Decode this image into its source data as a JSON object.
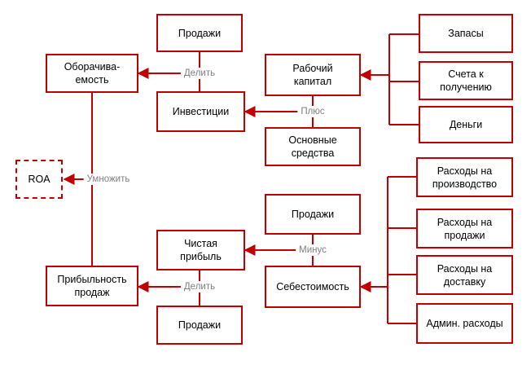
{
  "nodes": {
    "roa": "ROA",
    "turnover": "Оборачива-\nемость",
    "profitability": "Прибыльность\nпродаж",
    "sales_top": "Продажи",
    "investments": "Инвестиции",
    "working_capital": "Рабочий\nкапитал",
    "fixed_assets": "Основные\nсредства",
    "inventory": "Запасы",
    "receivables": "Счета к\nполучению",
    "cash": "Деньги",
    "sales_mid": "Продажи",
    "net_profit": "Чистая\nприбыль",
    "cogs": "Себестоимость",
    "sales_bottom": "Продажи",
    "production_costs": "Расходы на\nпроизводство",
    "selling_costs": "Расходы на\nпродажи",
    "delivery_costs": "Расходы на\nдоставку",
    "admin_costs": "Админ. расходы"
  },
  "operators": {
    "multiply": "Умножить",
    "divide_top": "Делить",
    "plus": "Плюс",
    "minus": "Минус",
    "divide_bottom": "Делить"
  },
  "colors": {
    "accent": "#c00000",
    "operator_text": "#7f7f7f"
  }
}
